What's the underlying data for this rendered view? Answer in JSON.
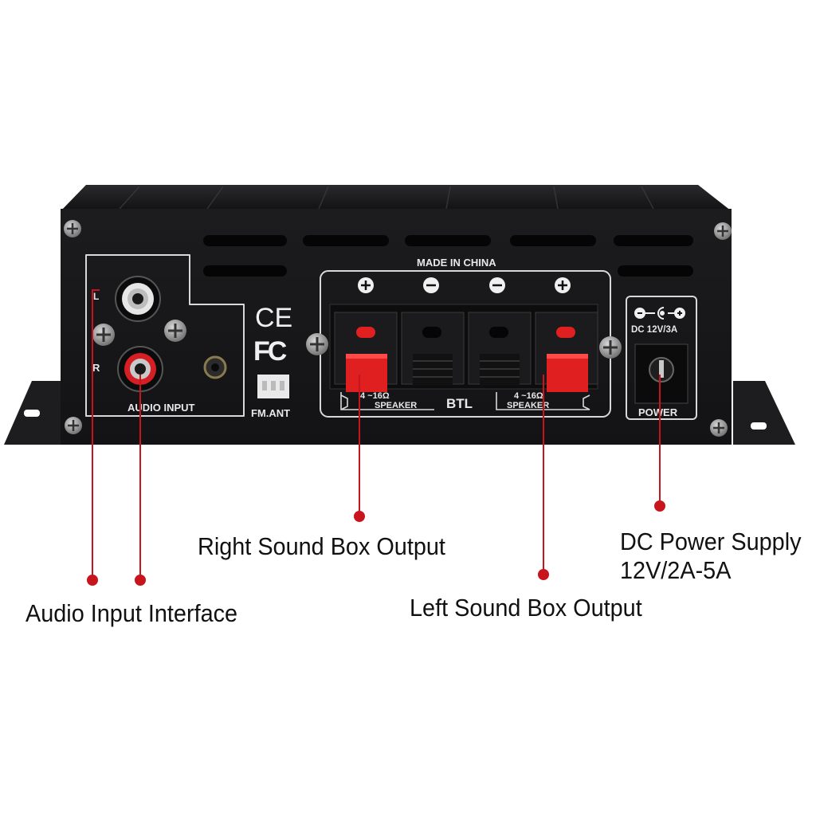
{
  "panel": {
    "made_in": "MADE IN CHINA",
    "ce_mark": "CE",
    "fcc_mark": "FC",
    "channel_l": "L",
    "channel_r": "R",
    "audio_input": "AUDIO INPUT",
    "fm_ant": "FM.ANT",
    "speaker_right_ohm": "4 ~16Ω",
    "speaker_right_label": "SPEAKER",
    "btl": "BTL",
    "speaker_left_ohm": "4 ~16Ω",
    "speaker_left_label": "SPEAKER",
    "dc_rating": "DC 12V/3A",
    "power": "POWER",
    "terminal_signs": [
      "+",
      "−",
      "−",
      "+"
    ]
  },
  "callouts": {
    "right_output": "Right Sound Box Output",
    "left_output": "Left Sound Box Output",
    "audio_input": "Audio Input Interface",
    "dc_power_line1": "DC Power Supply",
    "dc_power_line2": "12V/2A-5A"
  },
  "colors": {
    "chassis": "#18181a",
    "panel_line": "#d8d8d8",
    "callout_red": "#c8141c",
    "terminal_red": "#e02020"
  }
}
